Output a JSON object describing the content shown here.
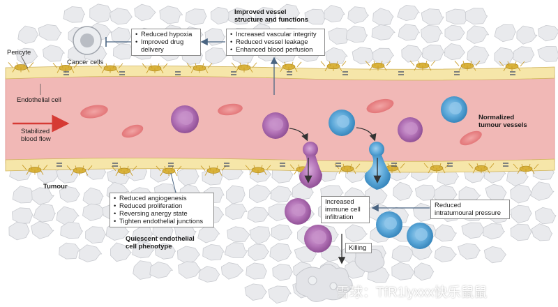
{
  "colors": {
    "tissue": "#e6e7ea",
    "tissue_cell_stroke": "#c9cbd0",
    "vessel_lumen": "#f1b8b6",
    "vessel_edge": "#e59a98",
    "endothelial": "#f6e6a9",
    "pericyte": "#d9b23a",
    "red_blood_cell": "#e06d70",
    "cancer_cell_purple": "#b272b6",
    "immune_cell_blue": "#5ba7d8",
    "flow_arrow": "#d63a34",
    "connector": "#4a6582"
  },
  "labels": {
    "pericyte": "Pericyte",
    "cancer_cells": "Cancer cells",
    "endothelial_cell": "Endothelial cell",
    "stabilized_flow": [
      "Stabilized",
      "blood flow"
    ],
    "tumour": "Tumour",
    "normalized_vessels": [
      "Normalized",
      "tumour vessels"
    ],
    "improved_vessel": [
      "Improved vessel",
      "structure and functions"
    ],
    "quiescent": [
      "Quiescent endothelial",
      "cell phenotype"
    ]
  },
  "boxes": {
    "hypoxia": {
      "items": [
        "Reduced hypoxia",
        "Improved drug",
        "delivery"
      ]
    },
    "vascular": {
      "items": [
        "Increased vascular integrity",
        "Reduced vessel leakage",
        "Enhanced blood perfusion"
      ]
    },
    "angiogenesis": {
      "items": [
        "Reduced angiogenesis",
        "Reduced proliferation",
        "Reversing anergy state",
        "Tighten endothelial junctions"
      ]
    },
    "immune": {
      "lines": [
        "Increased",
        "immune cell",
        "infiltration"
      ]
    },
    "killing": {
      "text": "Killing"
    },
    "pressure": {
      "lines": [
        "Reduced",
        "intratumoural pressure"
      ]
    }
  },
  "watermark": "雪球：TfR1lyxxx快乐鼠鼠",
  "icons": {
    "flow_arrow": "red-arrow-right",
    "inhibit": "t-bar-inhibit",
    "connector_arrow": "arrow"
  }
}
